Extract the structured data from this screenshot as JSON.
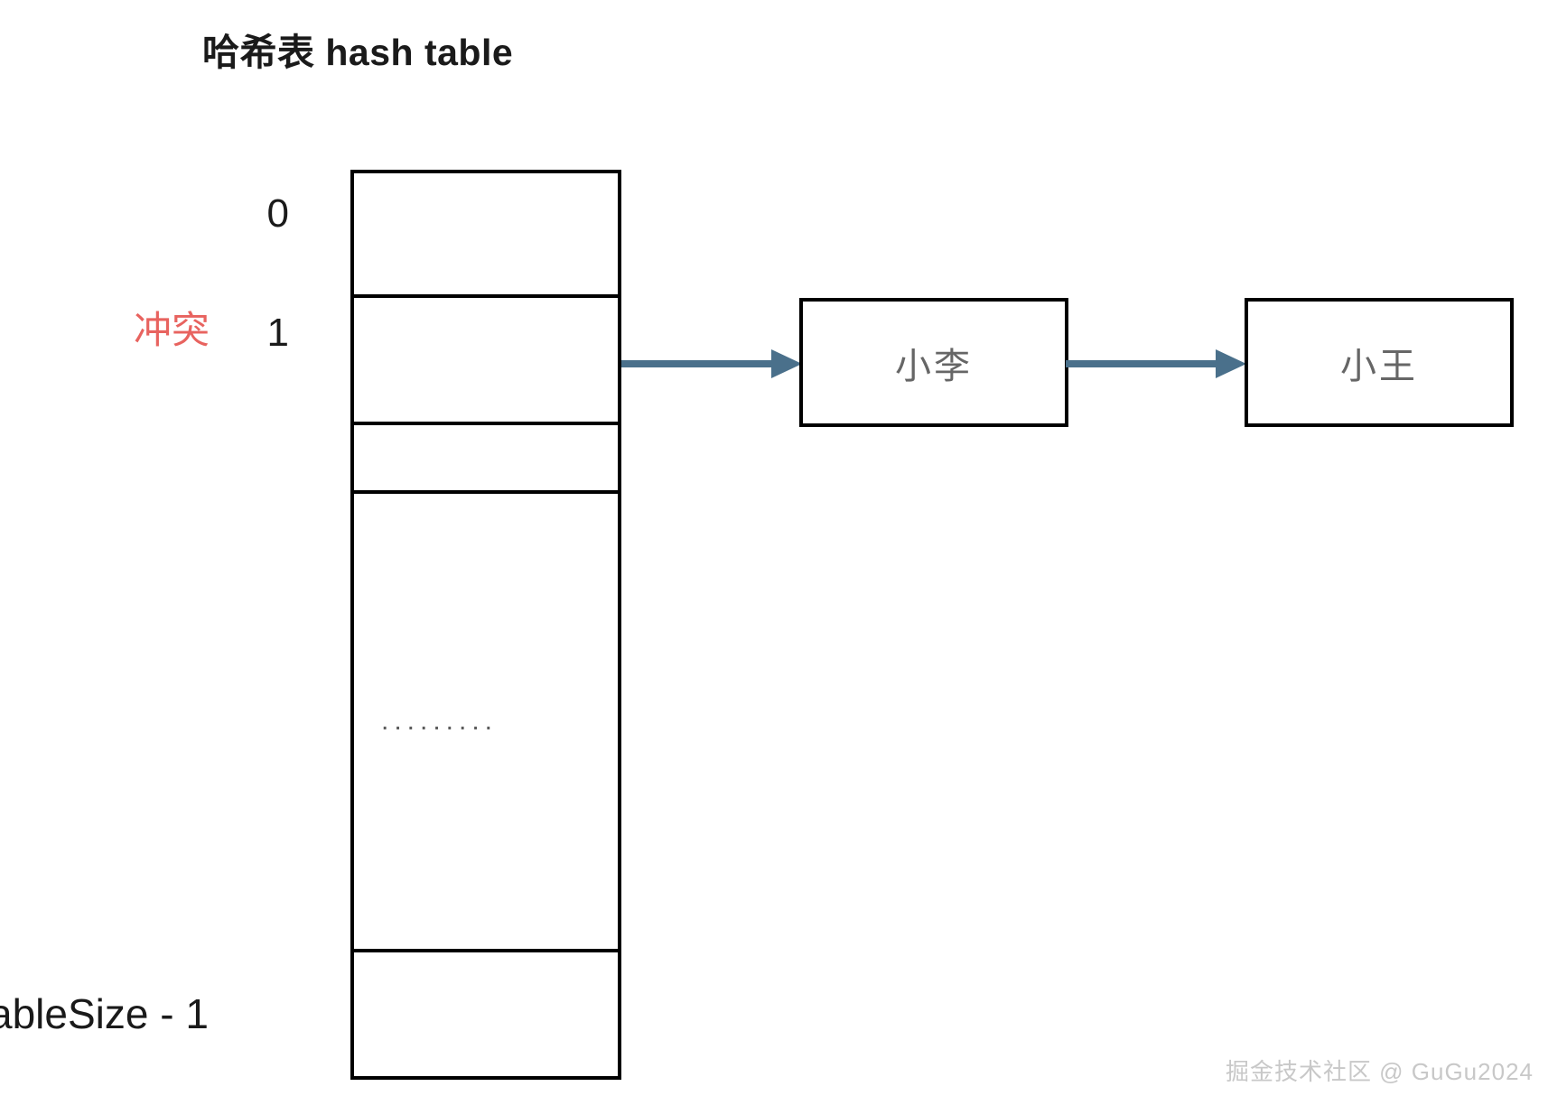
{
  "title": "哈希表 hash table",
  "colors": {
    "arrow": "#4a708b",
    "border": "#000000",
    "collision_text": "#e8635f",
    "node_text": "#666666",
    "watermark": "#c8c8c8",
    "background": "#ffffff"
  },
  "table": {
    "name": "hash-table-column",
    "cells": [
      {
        "index_label": "0",
        "content": ""
      },
      {
        "index_label": "1",
        "content": ""
      },
      {
        "index_label": "",
        "content": ""
      },
      {
        "index_label": "",
        "content": "........."
      },
      {
        "index_label": "ableSize - 1",
        "content": ""
      }
    ]
  },
  "annotations": {
    "collision_label": "冲突"
  },
  "chain": {
    "nodes": [
      {
        "label": "小李"
      },
      {
        "label": "小王"
      }
    ],
    "arrows": [
      {
        "from": "bucket-1",
        "to": "node-0"
      },
      {
        "from": "node-0",
        "to": "node-1"
      }
    ]
  },
  "watermark": "掘金技术社区 @ GuGu2024"
}
